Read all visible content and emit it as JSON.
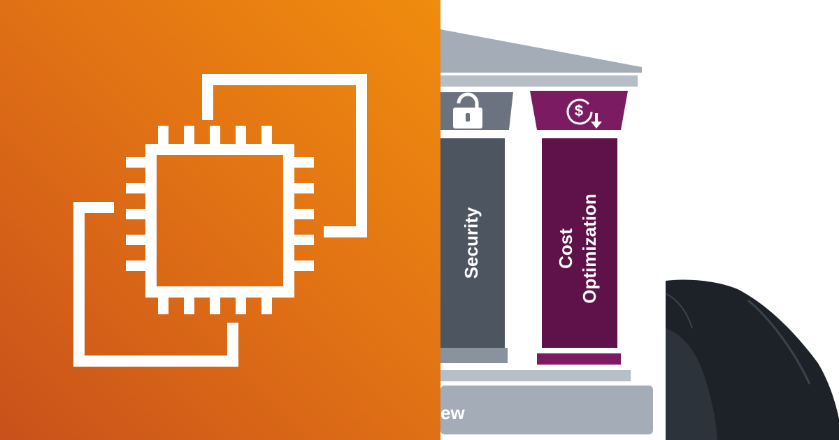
{
  "left_panel": {
    "icon": "ec2-instance-icon",
    "background_colors": [
      "#c8511b",
      "#e07015",
      "#f08c0e"
    ],
    "icon_color": "#ffffff"
  },
  "right_panel": {
    "pillars": [
      {
        "label": "Security",
        "icon": "lock-icon",
        "color": "#4d5561"
      },
      {
        "label_line1": "Cost",
        "label_line2": "Optimization",
        "icon": "dollar-down-icon",
        "color": "#6b1655"
      }
    ],
    "base_text": "ew",
    "roof_color": "#a3acb7",
    "photo": "person-in-dark-suit"
  }
}
